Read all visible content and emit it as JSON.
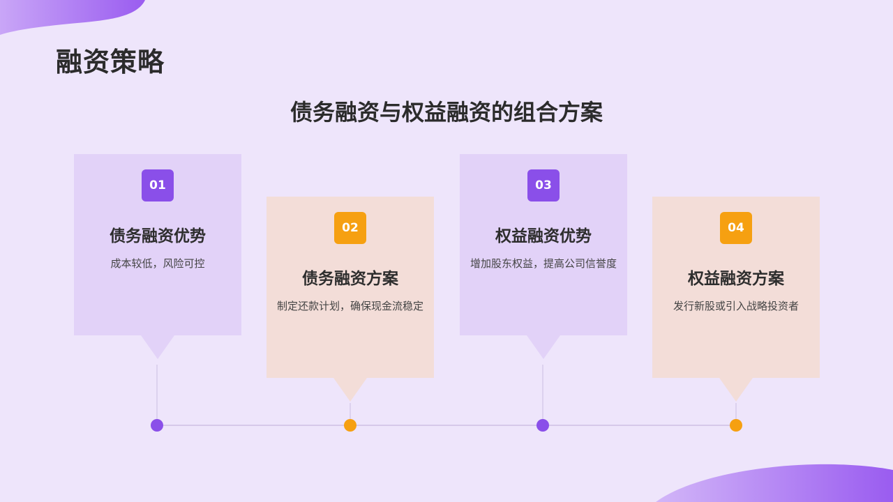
{
  "page": {
    "title": "融资策略",
    "subtitle": "债务融资与权益融资的组合方案"
  },
  "colors": {
    "background": "#eee5fb",
    "purple_accent": "#8a4fe9",
    "orange_accent": "#f6a011",
    "purple_card": "#e2d2f8",
    "peach_card": "#f3ddd8"
  },
  "steps": [
    {
      "number": "01",
      "title": "债务融资优势",
      "desc": "成本较低，风险可控",
      "theme": "purple"
    },
    {
      "number": "02",
      "title": "债务融资方案",
      "desc": "制定还款计划，确保现金流稳定",
      "theme": "orange"
    },
    {
      "number": "03",
      "title": "权益融资优势",
      "desc": "增加股东权益，提高公司信誉度",
      "theme": "purple"
    },
    {
      "number": "04",
      "title": "权益融资方案",
      "desc": "发行新股或引入战略投资者",
      "theme": "orange"
    }
  ]
}
